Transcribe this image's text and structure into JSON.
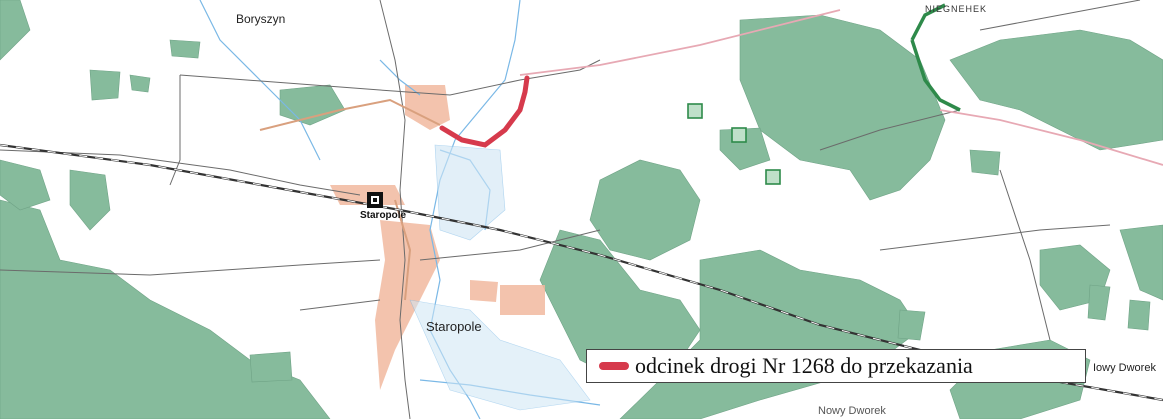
{
  "map": {
    "labels": {
      "boryszyn": "Boryszyn",
      "staropole_station": "Staropole",
      "staropole_village": "Staropole",
      "nowy_dworek_right": "Iowy Dworek",
      "nowy_dworek_bottom": "Nowy Dworek",
      "top_right": "NIEGNEHEK"
    },
    "legend": {
      "text": "odcinek drogi Nr 1268 do przekazania",
      "swatch_color": "#d63a4c"
    },
    "colors": {
      "forest": "#7fb597",
      "road_highlight": "#d63a4c",
      "railway": "#444444",
      "water": "#7ab8e6",
      "boundary": "#e7a9b4",
      "boundary_green": "#2e8a4a"
    },
    "icons": [
      "railway-station-icon"
    ]
  }
}
